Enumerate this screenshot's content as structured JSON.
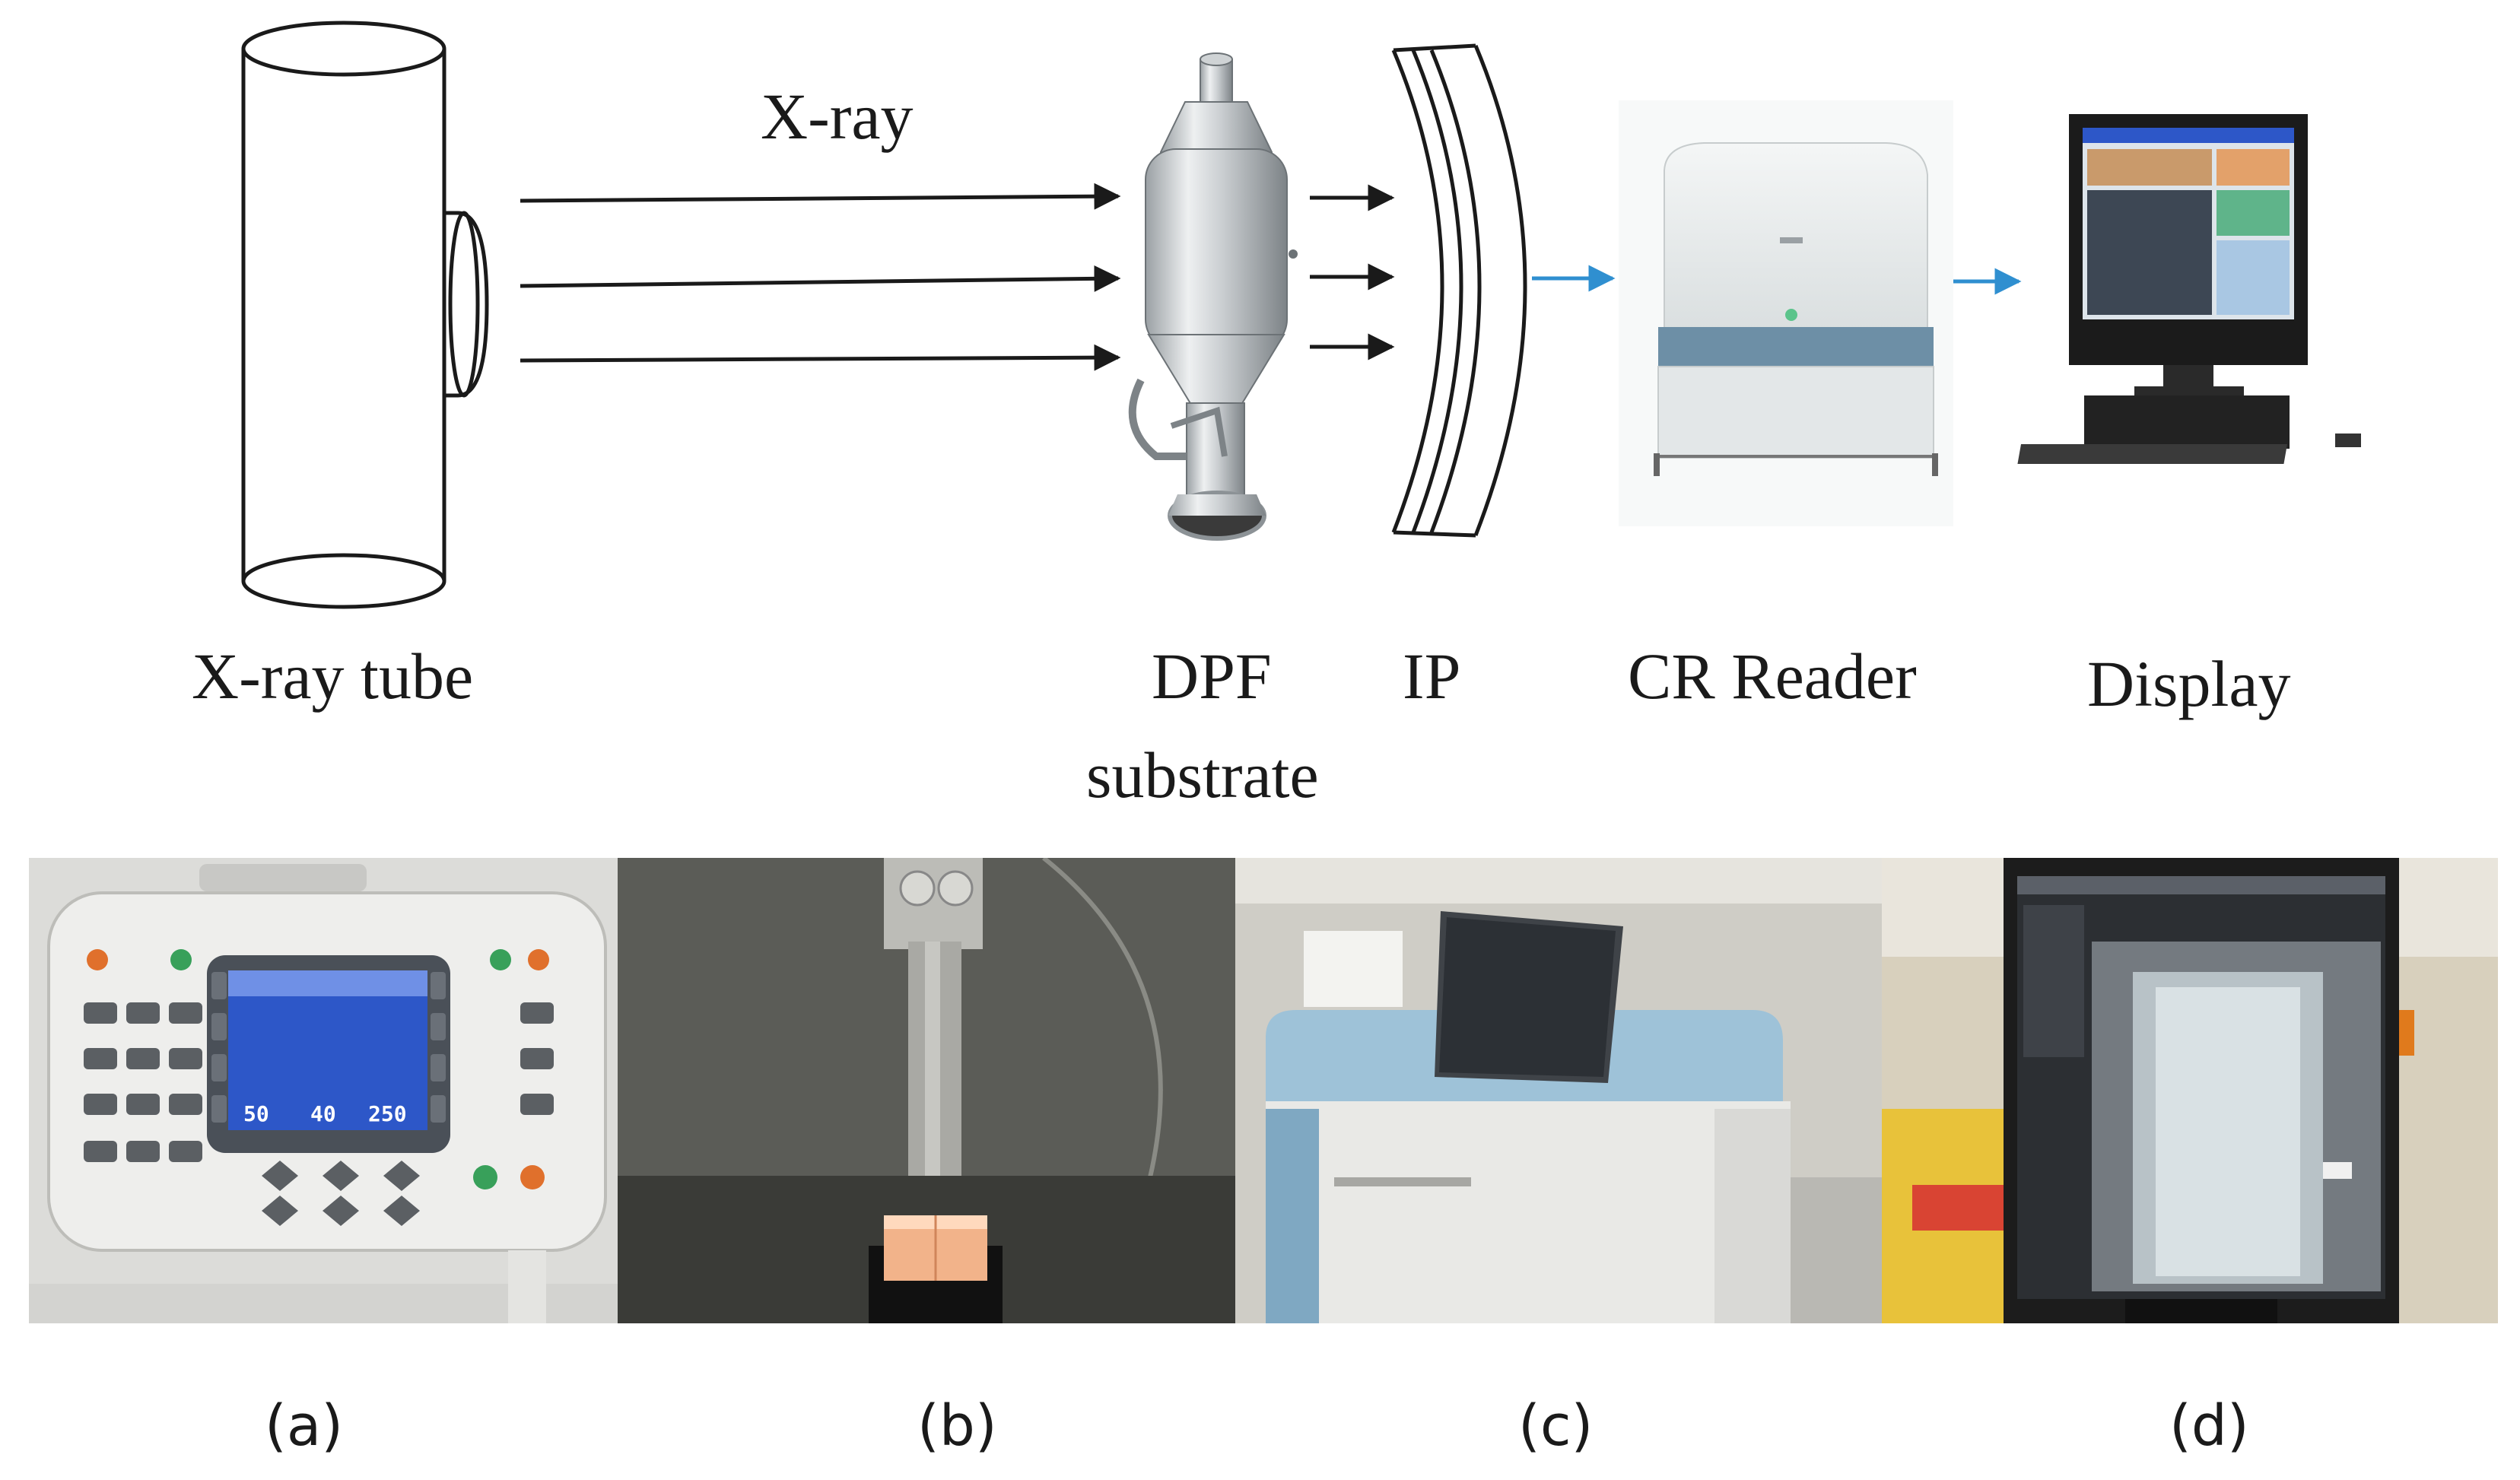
{
  "schematic": {
    "beam_label": "X-ray",
    "components": {
      "tube": "X-ray tube",
      "dpf_line1": "DPF",
      "dpf_line2": "substrate",
      "ip": "IP",
      "reader": "CR Reader",
      "display": "Display"
    }
  },
  "panels": {
    "a": "(a)",
    "b": "(b)",
    "c": "(c)",
    "d": "(d)"
  },
  "control_panel_readouts": [
    "50",
    "40",
    "250"
  ],
  "colors": {
    "flow_arrow": "#2f8fd0",
    "line": "#1a1a1a",
    "reader_body": "#e9ecec",
    "reader_slot": "#6d8fa6",
    "screen_blue": "#2d57c8",
    "cr_unit_blue": "#9ec2d8"
  }
}
